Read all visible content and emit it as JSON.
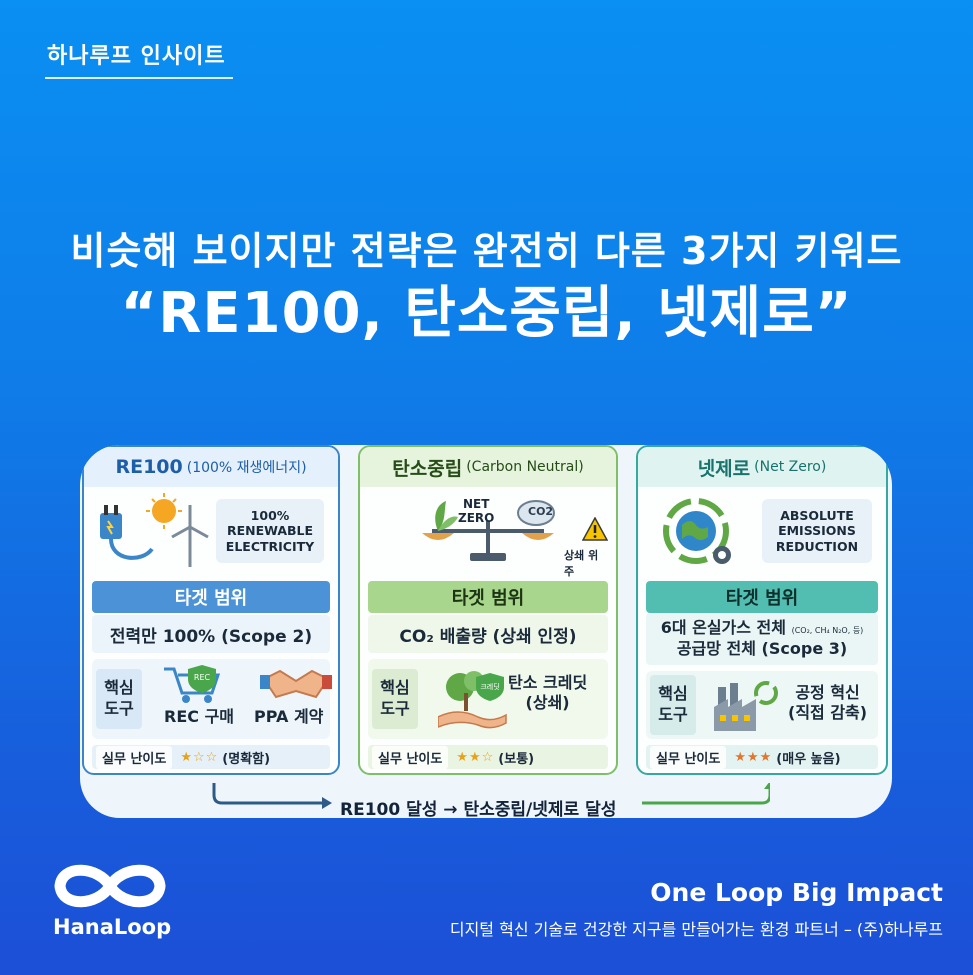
{
  "header": {
    "brand": "하나루프 인사이트"
  },
  "headline": {
    "line1": "비슷해 보이지만 전략은 완전히 다른 3가지 키워드",
    "line2": "“RE100, 탄소중립, 넷제로”"
  },
  "columns": [
    {
      "title": "RE100",
      "subtitle": "(100% 재생에너지)",
      "badge": "100%\nRENEWABLE\nELECTRICITY",
      "target_label": "타겟 범위",
      "scope": "전력만 100% (Scope 2)",
      "core_label": "핵심\n도구",
      "core_items": [
        "REC 구매",
        "PPA 계약"
      ],
      "icon_tag": "REC",
      "difficulty_label": "실무 난이도",
      "stars": "★☆☆",
      "difficulty": "(명확함)"
    },
    {
      "title": "탄소중립",
      "subtitle": "(Carbon Neutral)",
      "badge_net": "NET\nZERO",
      "badge_co2": "CO2",
      "warning": "상쇄 위주",
      "target_label": "타겟 범위",
      "scope": "CO₂ 배출량 (상쇄 인정)",
      "core_label": "핵심\n도구",
      "core_items": [
        "탄소 크레딧\n(상쇄)"
      ],
      "icon_tag": "크레딧",
      "difficulty_label": "실무 난이도",
      "stars": "★★☆",
      "difficulty": "(보통)"
    },
    {
      "title": "넷제로",
      "subtitle": "(Net Zero)",
      "badge": "ABSOLUTE\nEMISSIONS\nREDUCTION",
      "target_label": "타겟 범위",
      "scope_line1": "6대 온실가스 전체",
      "scope_note": "(CO₂, CH₄ N₂O, 등)",
      "scope_line2": "공급망 전체 (Scope 3)",
      "core_label": "핵심\n도구",
      "core_items": [
        "공정 혁신\n(직접 감축)"
      ],
      "difficulty_label": "실무 난이도",
      "stars": "★★★",
      "difficulty": "(매우 높음)"
    }
  ],
  "flow": {
    "text": "RE100 달성 → 탄소중립/넷제로 달성"
  },
  "footer": {
    "logo_text": "HanaLoop",
    "tagline": "One Loop Big Impact",
    "subline": "디지털 혁신 기술로 건강한 지구를 만들어가는 환경 파트너 –  (주)하나루프"
  },
  "colors": {
    "re100": "#3a86c8",
    "carbon_neutral": "#7fbf68",
    "net_zero": "#35a89f",
    "background_top": "#0a8ff2",
    "background_bottom": "#1c4fd6"
  }
}
